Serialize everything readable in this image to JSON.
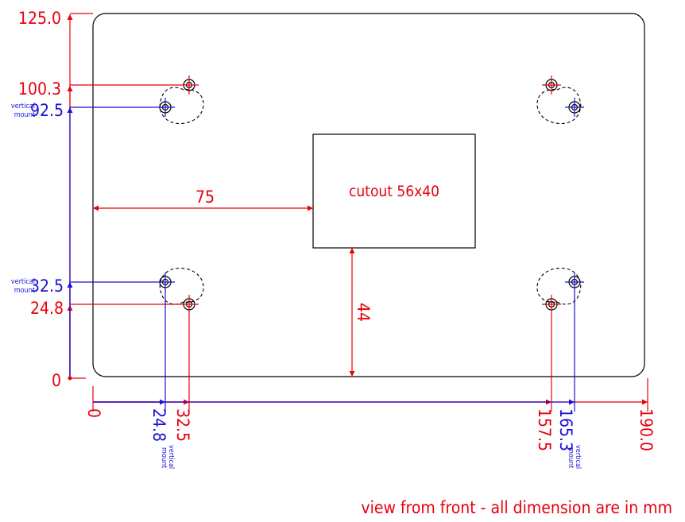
{
  "colors": {
    "dimension": "#e8000d",
    "mount": "#1a12d6",
    "outline": "#000000"
  },
  "vertical_dims": {
    "top": "125.0",
    "holes_upper": "100.3",
    "mount_upper": "92.5",
    "mount_lower": "32.5",
    "holes_lower": "24.8",
    "bottom": "0"
  },
  "horizontal_dims": {
    "left": "0",
    "mount_left": "24.8",
    "holes_left": "32.5",
    "holes_right": "157.5",
    "mount_right": "165.3",
    "right": "190.0"
  },
  "mount_label": {
    "line1": "vertical",
    "line2": "mount"
  },
  "cutout_label": "cutout 56x40",
  "dim_75": "75",
  "dim_44": "44",
  "footer_note": "view from front - all dimension are in mm"
}
